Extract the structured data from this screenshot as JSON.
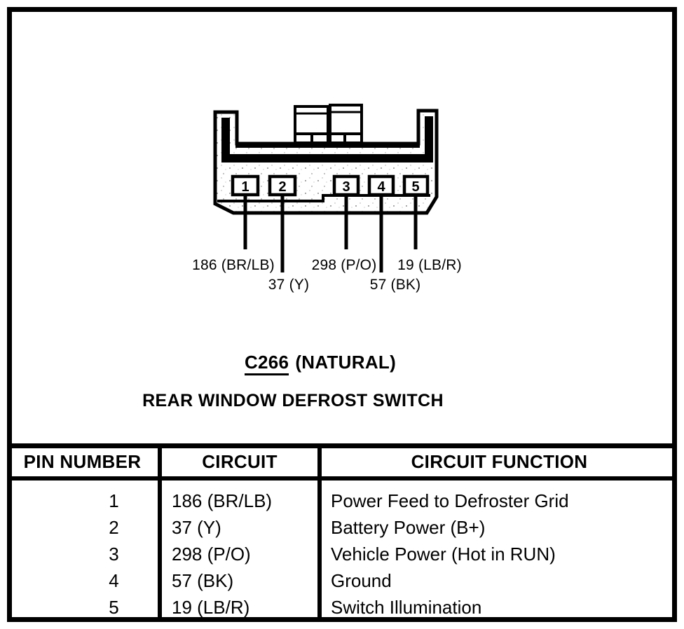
{
  "diagram": {
    "connector_id": "C266",
    "connector_color": "(NATURAL)",
    "title": "REAR WINDOW DEFROST SWITCH",
    "pins": [
      {
        "number": "1",
        "wire": "186 (BR/LB)"
      },
      {
        "number": "2",
        "wire": "37 (Y)"
      },
      {
        "number": "3",
        "wire": "298 (P/O)"
      },
      {
        "number": "4",
        "wire": "57 (BK)"
      },
      {
        "number": "5",
        "wire": "19 (LB/R)"
      }
    ]
  },
  "table": {
    "headers": [
      "PIN NUMBER",
      "CIRCUIT",
      "CIRCUIT FUNCTION"
    ],
    "rows": [
      [
        "1",
        "186 (BR/LB)",
        "Power Feed to Defroster Grid"
      ],
      [
        "2",
        "37 (Y)",
        "Battery Power (B+)"
      ],
      [
        "3",
        "298 (P/O)",
        "Vehicle Power (Hot in RUN)"
      ],
      [
        "4",
        "57 (BK)",
        "Ground"
      ],
      [
        "5",
        "19 (LB/R)",
        "Switch Illumination"
      ]
    ]
  },
  "colors": {
    "ink": "#000000",
    "paper": "#ffffff"
  }
}
